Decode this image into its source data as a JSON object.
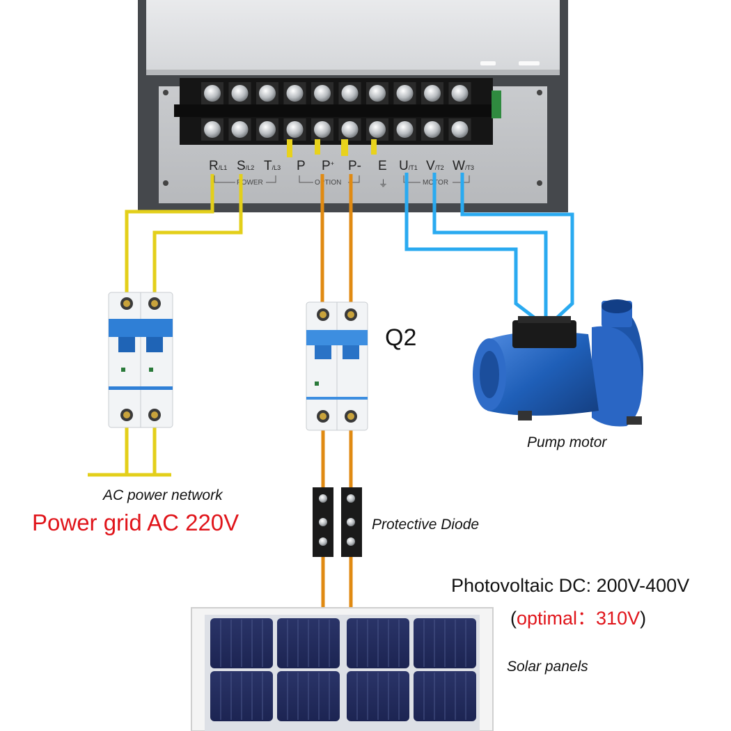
{
  "terminal_labels": {
    "r": "R",
    "r_sub": "/L1",
    "s": "S",
    "s_sub": "/L2",
    "t": "T",
    "t_sub": "/L3",
    "p": "P",
    "p_plus": "P",
    "p_plus_sup": "+",
    "p_minus": "P-",
    "e": "E",
    "u": "U",
    "u_sub": "/T1",
    "v": "V",
    "v_sub": "/T2",
    "w": "W",
    "w_sub": "/T3"
  },
  "groups": {
    "power": "POWER",
    "option": "OPTION",
    "motor": "MOTOR",
    "ground_symbol": "⏚"
  },
  "breaker_q2_label": "Q2",
  "pump_label": "Pump motor",
  "ac_network_label": "AC power network",
  "grid_label": "Power grid AC 220V",
  "diode_label": "Protective Diode",
  "pv_label": "Photovoltaic DC: 200V-400V",
  "pv_optimal_open": "(",
  "pv_optimal_text": "optimal：310V",
  "pv_optimal_close": ")",
  "solar_label": "Solar panels",
  "colors": {
    "ac_wire": "#e3cf1a",
    "dc_wire": "#e08a12",
    "motor_wire": "#2aaaf0",
    "label_red": "#e0141a",
    "pump_blue": "#1f5fb8",
    "breaker_blue": "#2f7fd6"
  }
}
